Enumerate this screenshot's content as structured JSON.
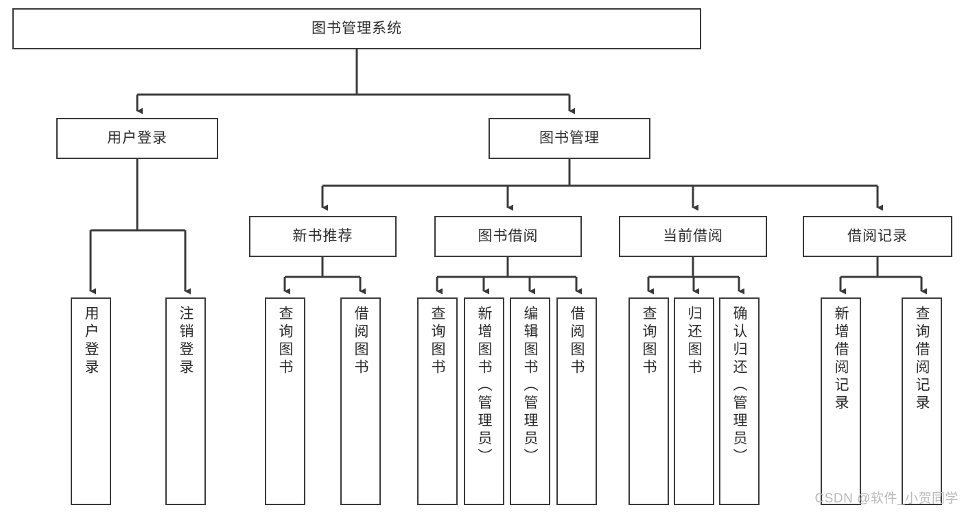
{
  "diagram": {
    "type": "tree",
    "title_node": {
      "label": "图书管理系统"
    },
    "level1": [
      {
        "label": "用户登录"
      },
      {
        "label": "图书管理"
      }
    ],
    "level2": [
      {
        "label": "新书推荐"
      },
      {
        "label": "图书借阅"
      },
      {
        "label": "当前借阅"
      },
      {
        "label": "借阅记录"
      }
    ],
    "leaves": {
      "user_login": [
        {
          "label": "用户登录"
        },
        {
          "label": "注销登录"
        }
      ],
      "new_book_recommend": [
        {
          "label": "查询图书"
        },
        {
          "label": "借阅图书"
        }
      ],
      "book_borrow": [
        {
          "label": "查询图书"
        },
        {
          "label": "新增图书（管理员）"
        },
        {
          "label": "编辑图书（管理员）"
        },
        {
          "label": "借阅图书"
        }
      ],
      "current_borrow": [
        {
          "label": "查询图书"
        },
        {
          "label": "归还图书"
        },
        {
          "label": "确认归还（管理员）"
        }
      ],
      "borrow_record": [
        {
          "label": "新增借阅记录"
        },
        {
          "label": "查询借阅记录"
        }
      ]
    }
  },
  "watermark": {
    "text": "CSDN @软件_小贺同学"
  },
  "colors": {
    "stroke": "#3a3a3a",
    "background": "#ffffff",
    "text": "#2b2b2b",
    "watermark": "#b9b9b9"
  }
}
